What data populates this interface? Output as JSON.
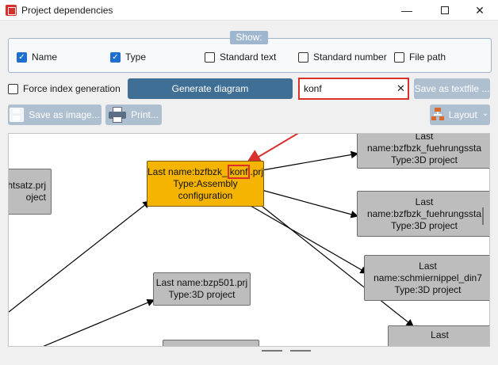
{
  "window": {
    "title": "Project dependencies",
    "minimize": "—",
    "close": "✕"
  },
  "show": {
    "label": "Show:",
    "options": [
      {
        "label": "Name",
        "checked": true
      },
      {
        "label": "Type",
        "checked": true
      },
      {
        "label": "Standard text",
        "checked": false
      },
      {
        "label": "Standard number",
        "checked": false
      },
      {
        "label": "File path",
        "checked": false
      }
    ]
  },
  "toolbar": {
    "force_index_label": "Force index generation",
    "force_index_checked": false,
    "generate_label": "Generate diagram",
    "search_value": "konf",
    "search_clear": "✕",
    "save_text_label": "Save as textfile ...",
    "save_image_label": "Save as image...",
    "print_label": "Print...",
    "layout_label": "Layout",
    "layout_chevron": "⌄"
  },
  "icons": {
    "checkmark": "✓"
  },
  "colors": {
    "active_node": "#f5b400",
    "node": "#bdbdbd",
    "highlight": "#d9302c",
    "primary_button": "#3f6f95"
  },
  "diagram": {
    "nodes": [
      {
        "lines": [
          "htsatz.prj",
          "oject"
        ]
      },
      {
        "lines": [
          "Last name:bzfbzk_",
          "konf",
          ".prj",
          "Type:Assembly",
          "configuration"
        ]
      },
      {
        "lines": [
          "Last",
          "name:bzfbzk_fuehrungssta",
          "Type:3D project"
        ]
      },
      {
        "lines": [
          "Last",
          "name:bzfbzk_fuehrungssta",
          "Type:3D project"
        ]
      },
      {
        "lines": [
          "Last",
          "name:schmiernippel_din7",
          "Type:3D project"
        ]
      },
      {
        "lines": [
          "Last name:bzp501.prj",
          "Type:3D project"
        ]
      },
      {
        "lines": [
          "Last"
        ]
      }
    ]
  }
}
